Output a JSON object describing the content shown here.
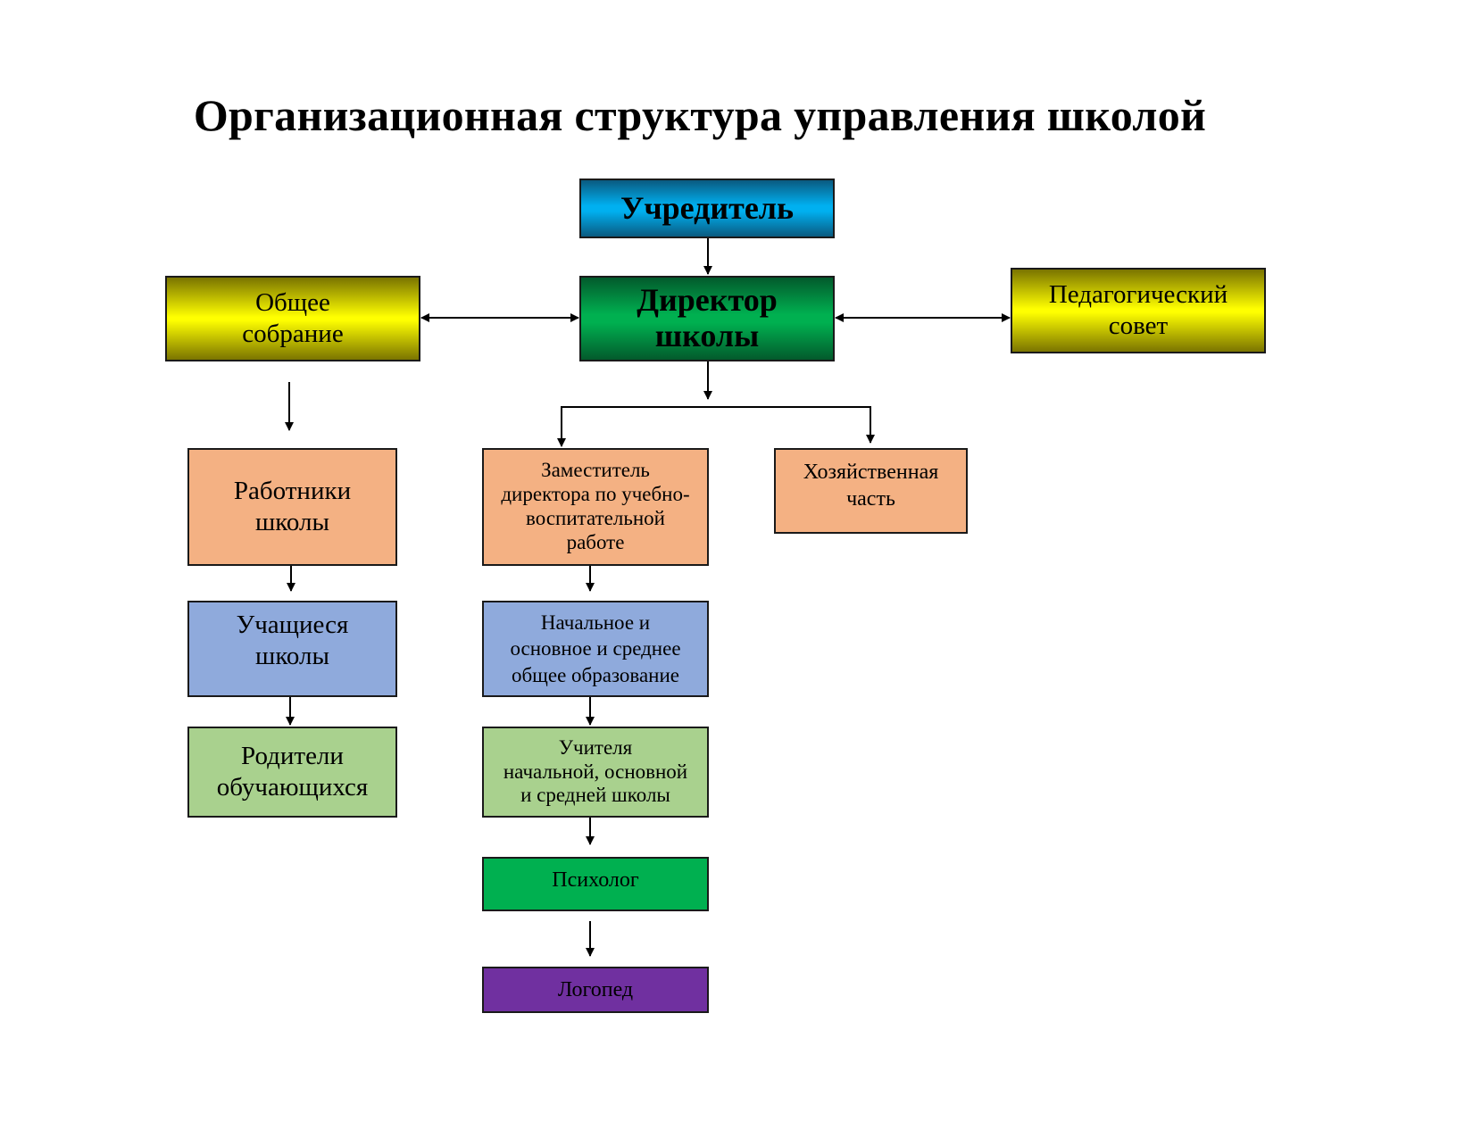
{
  "title": "Организационная структура управления школой",
  "nodes": {
    "founder": {
      "label": "Учредитель",
      "color": "#00b0f0"
    },
    "director": {
      "label": "Директор\nшколы",
      "color": "#00b050"
    },
    "general_meeting": {
      "label": "Общее\nсобрание",
      "color": "#ffff00"
    },
    "ped_council": {
      "label": "Педагогический\nсовет",
      "color": "#ffff00"
    },
    "school_workers": {
      "label": "Работники\nшколы",
      "color": "#f4b183"
    },
    "deputy_director": {
      "label": "Заместитель\nдиректора по учебно-\nвоспитательной\nработе",
      "color": "#f4b183"
    },
    "maintenance": {
      "label": "Хозяйственная\nчасть",
      "color": "#f4b183"
    },
    "students": {
      "label": "Учащиеся\nшколы",
      "color": "#8faadc"
    },
    "education_levels": {
      "label": "Начальное и\nосновное и среднее\nобщее образование",
      "color": "#8faadc"
    },
    "parents": {
      "label": "Родители\nобучающихся",
      "color": "#a9d18e"
    },
    "teachers": {
      "label": "Учителя\nначальной, основной\nи средней школы",
      "color": "#a9d18e"
    },
    "psychologist": {
      "label": "Психолог",
      "color": "#00b050"
    },
    "speech_therapist": {
      "label": "Логопед",
      "color": "#7030a0"
    }
  },
  "edges": [
    {
      "from": "founder",
      "to": "director",
      "type": "arrow"
    },
    {
      "from": "director",
      "to": "general_meeting",
      "type": "bidirectional"
    },
    {
      "from": "director",
      "to": "ped_council",
      "type": "bidirectional"
    },
    {
      "from": "director",
      "to": "deputy_director",
      "type": "arrow"
    },
    {
      "from": "director",
      "to": "maintenance",
      "type": "arrow"
    },
    {
      "from": "general_meeting",
      "to": "school_workers",
      "type": "arrow"
    },
    {
      "from": "school_workers",
      "to": "students",
      "type": "arrow"
    },
    {
      "from": "students",
      "to": "parents",
      "type": "arrow"
    },
    {
      "from": "deputy_director",
      "to": "education_levels",
      "type": "arrow"
    },
    {
      "from": "education_levels",
      "to": "teachers",
      "type": "arrow"
    },
    {
      "from": "teachers",
      "to": "psychologist",
      "type": "arrow"
    },
    {
      "from": "psychologist",
      "to": "speech_therapist",
      "type": "arrow"
    }
  ]
}
